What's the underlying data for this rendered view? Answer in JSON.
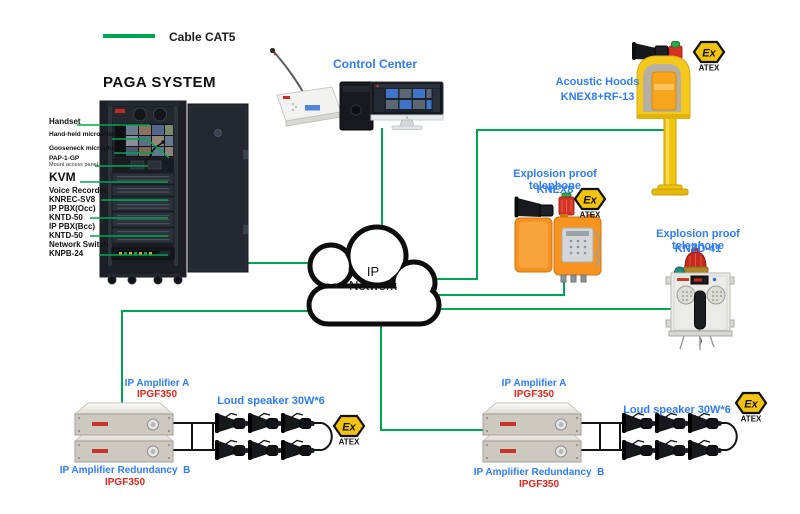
{
  "legend": {
    "cable_label": "Cable CAT5"
  },
  "paga": {
    "title": "PAGA SYSTEM",
    "labels": {
      "handset": "Handset",
      "handheld_mic": "Hand-held microphone",
      "gooseneck_mic": "Gooseneck microphone",
      "pap": "PAP-1-GP",
      "pap_sub": "Mount access panel",
      "kvm": "KVM",
      "voice_recorder": "Voice Recorder",
      "voice_recorder_model": "KNREC-SV8",
      "ip_pbx_occ": "IP PBX(Occ)",
      "ip_pbx_occ_model": "KNTD-50",
      "ip_pbx_bcc": "IP PBX(Bcc)",
      "ip_pbx_bcc_model": "KNTD-50",
      "network_switch": "Network Switch",
      "network_switch_model": "KNPB-24"
    }
  },
  "control_center": {
    "label": "Control Center"
  },
  "ip_network": {
    "line1": "IP",
    "line2": "Network"
  },
  "acoustic_hoods": {
    "title": "Acoustic Hoods",
    "model": "KNEX8+RF-13"
  },
  "explosion_phone_knex8": {
    "title": "Explosion proof telephone",
    "model": "KNEX8"
  },
  "explosion_phone_knzd41": {
    "title": "Explosion proof telephone",
    "model": "KNZD-41"
  },
  "amplifier_groups": [
    {
      "amp_a": "IP Amplifier A",
      "amp_a_model": "IPGF350",
      "amp_b": "IP Amplifier Redundancy  B",
      "amp_b_model": "IPGF350",
      "speakers": "Loud speaker 30W*6"
    },
    {
      "amp_a": "IP Amplifier A",
      "amp_a_model": "IPGF350",
      "amp_b": "IP Amplifier Redundancy  B",
      "amp_b_model": "IPGF350",
      "speakers": "Loud speaker 30W*6"
    }
  ],
  "atex": {
    "symbol": "Ex",
    "label": "ATEX"
  },
  "colors": {
    "cable_green": "#00a651",
    "label_blue": "#2e7df6",
    "model_red": "#e8251c",
    "atex_yellow": "#f2c40f"
  }
}
